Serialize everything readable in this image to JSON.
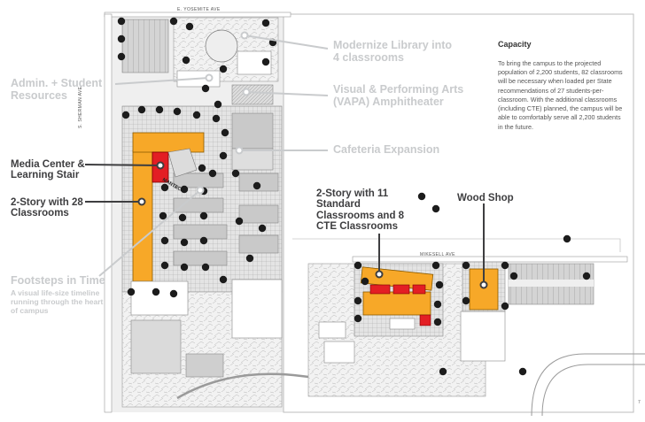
{
  "streets": {
    "north": "E. YOSEMITE AVE",
    "west": "S. SHERMAN AVE",
    "middle": "MIKESELL AVE"
  },
  "labels": {
    "library": "Modernize Library into 4 classrooms",
    "admin": "Admin. + Student Resources",
    "vapa": "Visual & Performing Arts (VAPA) Amphitheater",
    "cafeteria": "Cafeteria Expansion",
    "media": "Media Center & Learning Stair",
    "two_story_28": "2-Story with 28 Classrooms",
    "two_story_11": "2-Story with 11 Standard Classrooms and 8 CTE Classrooms",
    "wood_shop": "Wood Shop",
    "footsteps": "Footsteps in Time",
    "footsteps_desc": "A visual life-size timeline running through the heart of campus",
    "plaque": "MANTECA"
  },
  "capacity": {
    "title": "Capacity",
    "body": "To bring the campus to the projected population of 2,200 students, 82 classrooms will be necessary when loaded per State recommendations of 27 students-per-classroom. With the additional classrooms (including CTE) planned, the campus will be able to comfortably serve all 2,200 students in the future."
  },
  "page_number": "7",
  "colors": {
    "new_building": "#f7a828",
    "new_red": "#e31e24",
    "building_gray": "#c9c9c9",
    "road": "#ffffff",
    "grid_area": "#d6d6d6",
    "tree": "#1c1c1c",
    "label_gray": "#c9cbcd",
    "label_dark": "#3e3e40"
  }
}
